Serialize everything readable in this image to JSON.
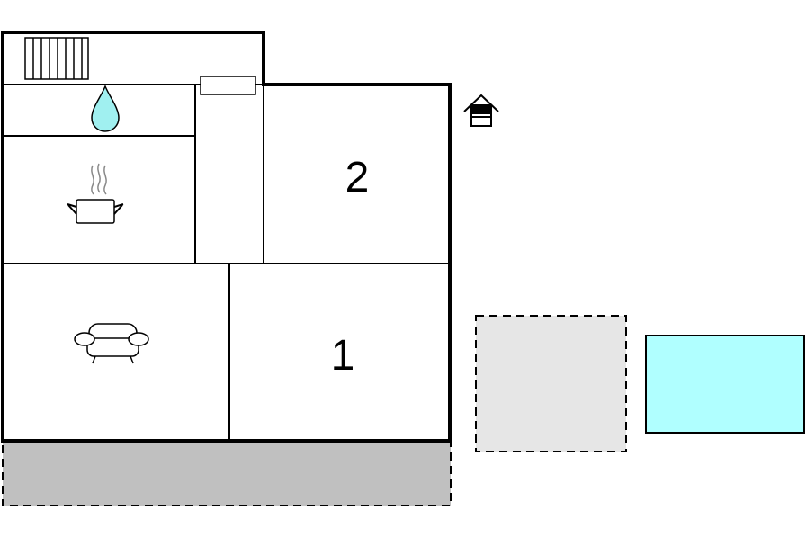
{
  "floorplan": {
    "rooms": [
      {
        "id": "bedroom-2",
        "label": "2"
      },
      {
        "id": "bedroom-1",
        "label": "1"
      }
    ],
    "icons": {
      "radiator": "radiator-icon",
      "bathroom": "water-drop-icon",
      "kitchen": "cooking-pot-icon",
      "living": "sofa-icon",
      "entrance": "house-entrance-icon"
    },
    "colors": {
      "wall": "#000000",
      "terrace": "#c0c0c0",
      "parking": "#e6e6e6",
      "pool": "#b0ffff",
      "water_drop": "#a0f0f0"
    }
  }
}
